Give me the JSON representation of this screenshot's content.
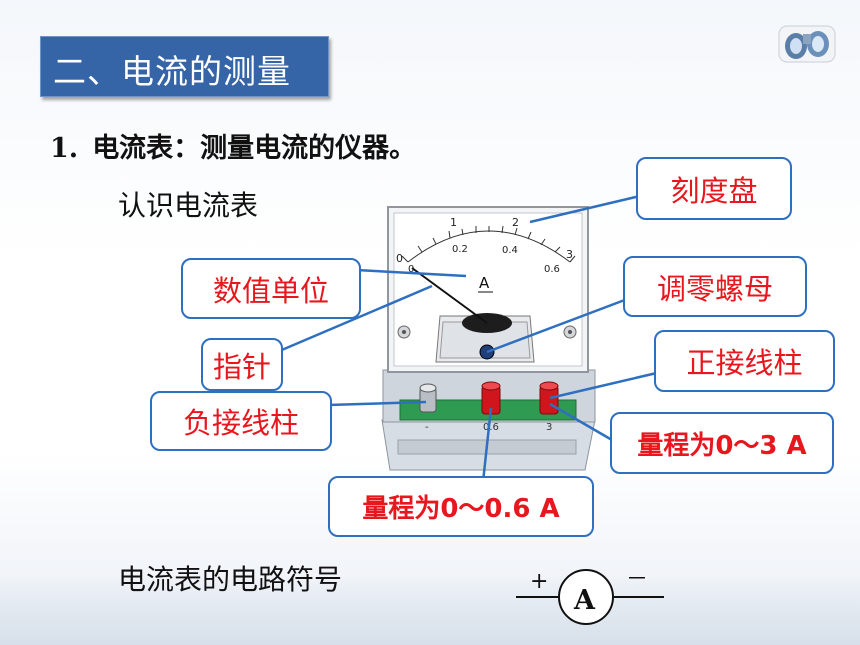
{
  "title": "二、电流的测量",
  "heading": {
    "number": "1.",
    "text": "电流表：测量电流的仪器。"
  },
  "subheading": "认识电流表",
  "meter": {
    "unit_symbol": "A",
    "top_scale": [
      "0",
      "1",
      "2",
      "3"
    ],
    "bottom_scale": [
      "0",
      "0.2",
      "0.4",
      "0.6"
    ],
    "terminal_marks": [
      "-",
      "0.6",
      "3"
    ]
  },
  "labels": {
    "scale_dial": "刻度盘",
    "unit": "数值单位",
    "zero_adjust": "调零螺母",
    "pointer": "指针",
    "positive_terminal": "正接线柱",
    "negative_terminal": "负接线柱",
    "range_3": "量程为0～3 A",
    "range_06": "量程为0～0.6 A"
  },
  "circuit_symbol": {
    "caption": "电流表的电路符号",
    "letter": "A",
    "plus": "+",
    "minus": "－"
  },
  "colors": {
    "title_bg": "#3565a6",
    "label_border": "#2e6fc0",
    "label_text": "#e8171d",
    "terminal_red": "#d0161c",
    "board_green": "#2f9a52"
  }
}
